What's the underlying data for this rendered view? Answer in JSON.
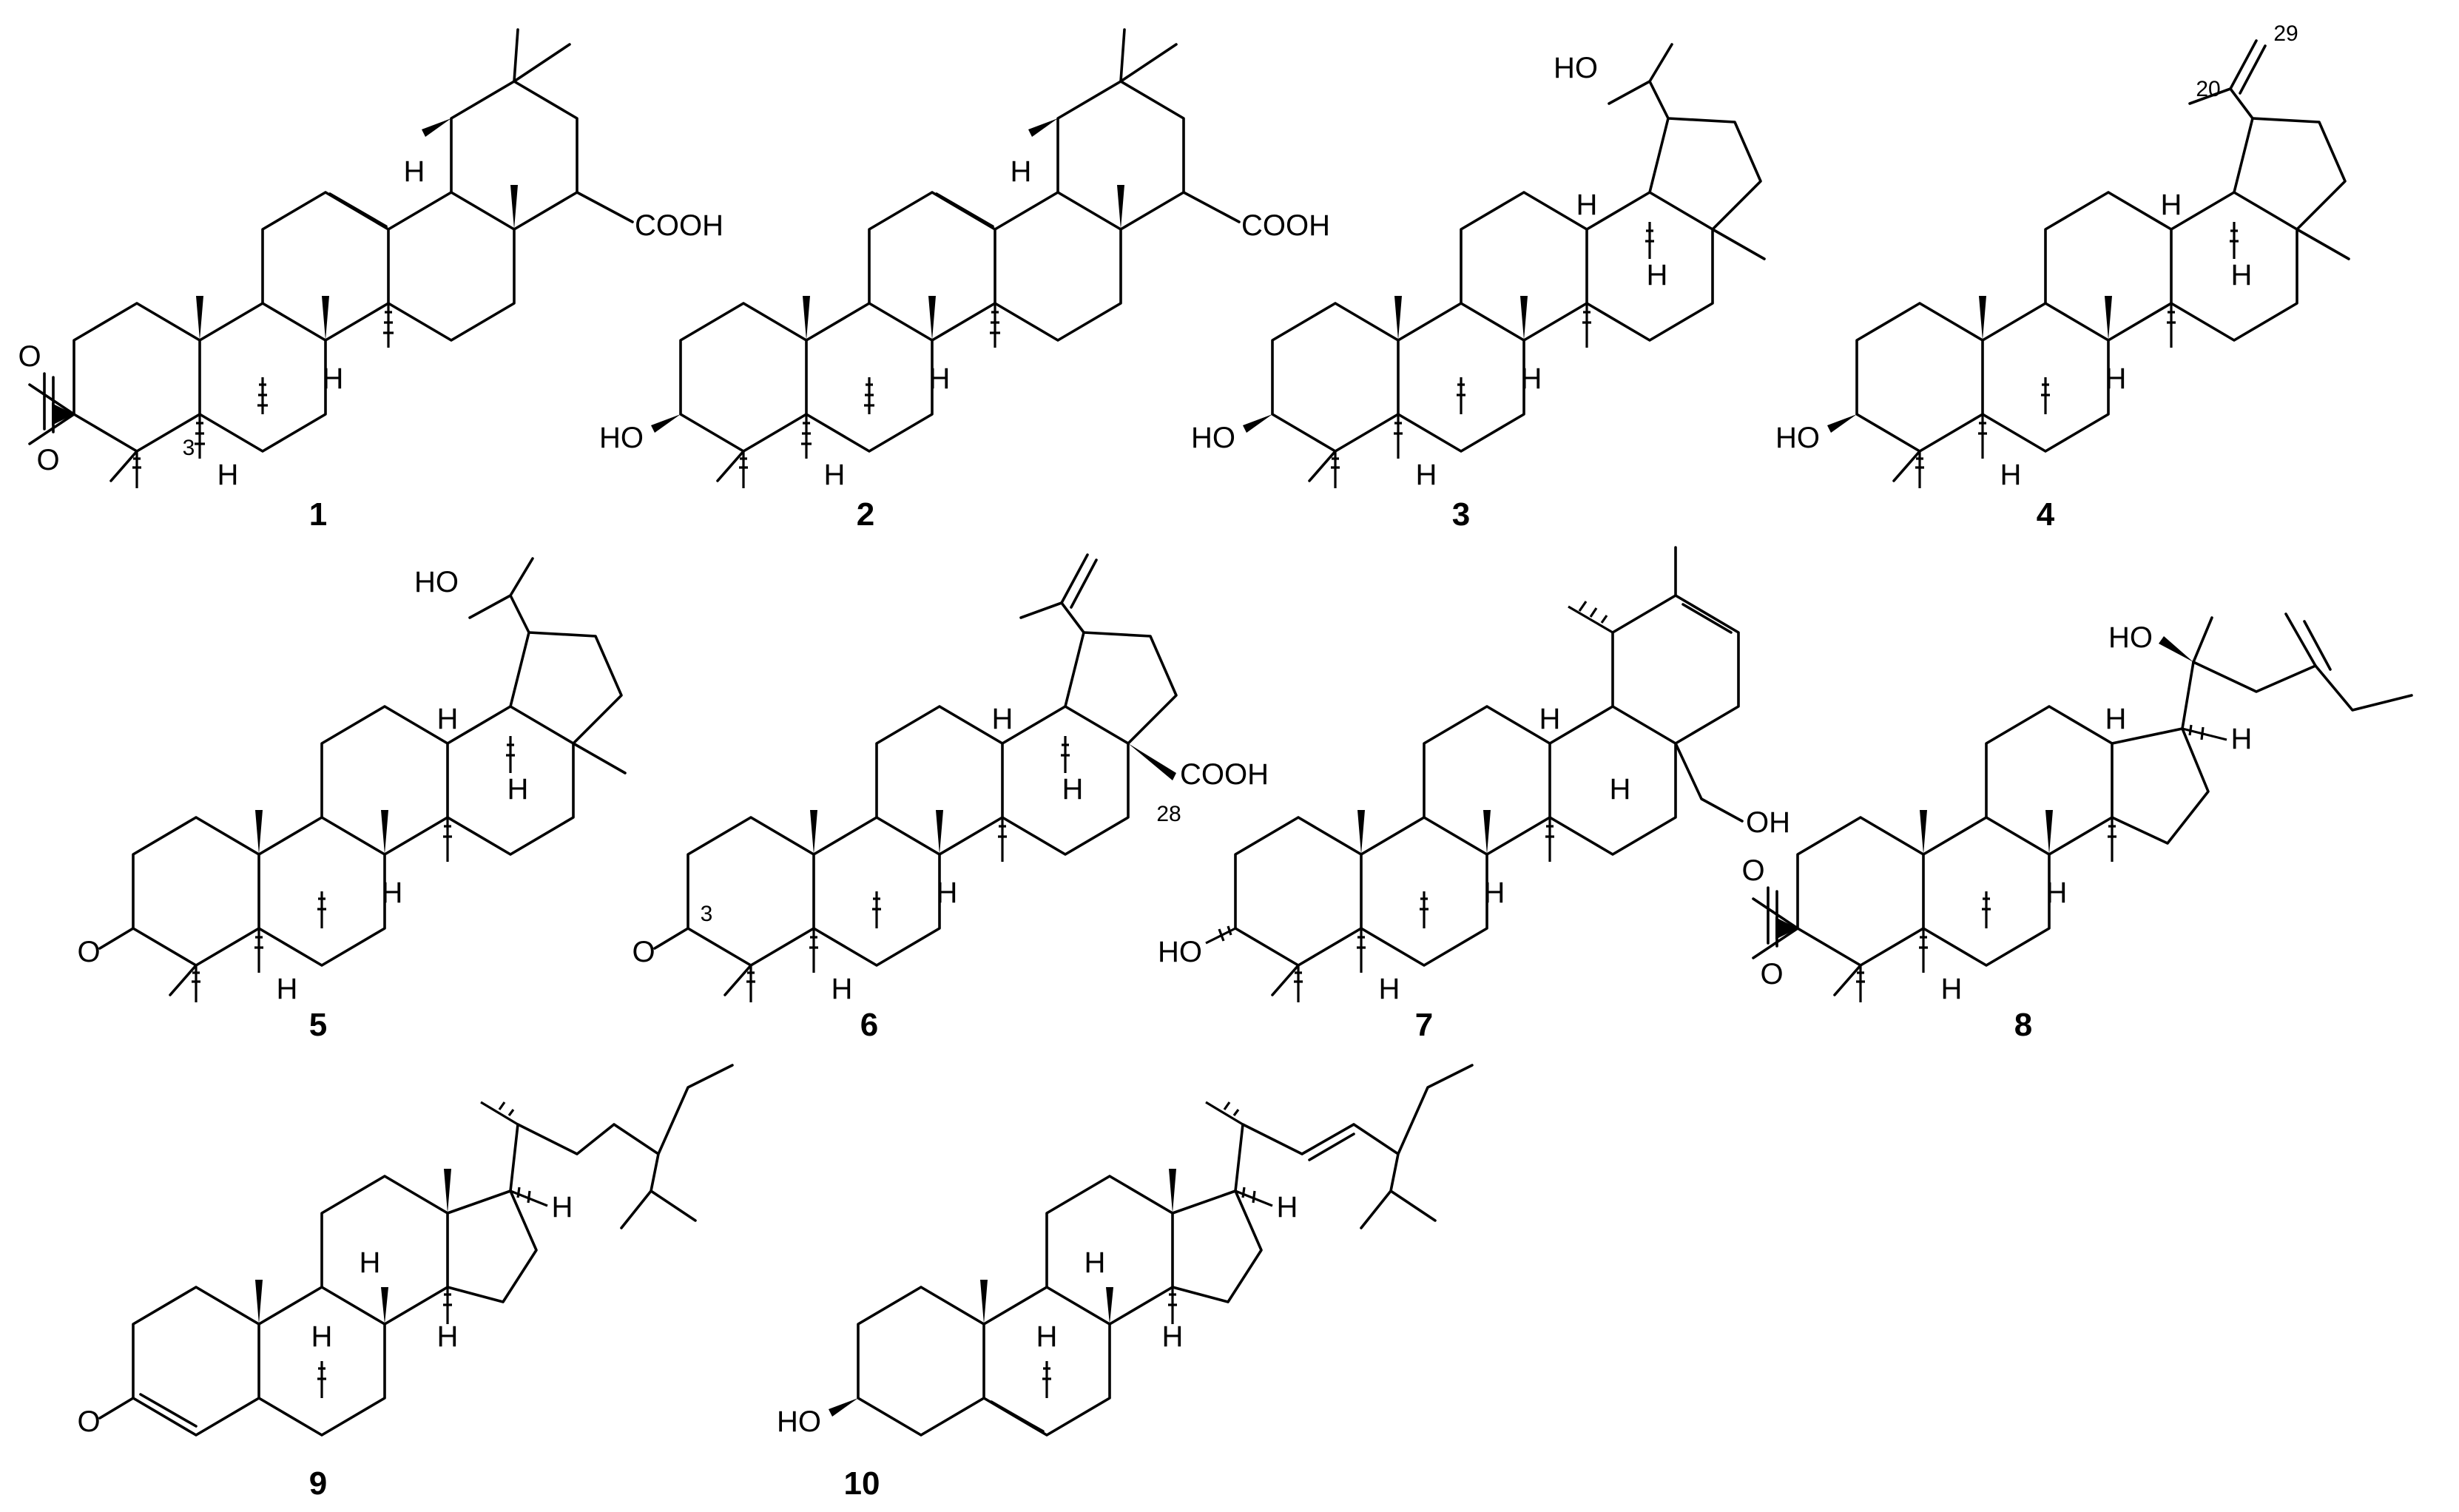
{
  "figure": {
    "compounds": [
      {
        "id": "1",
        "atoms": {
          "acid": "COOH",
          "H18": "H",
          "H9": "H",
          "H5": "H",
          "carbonyl_O": "O",
          "ester_O": "O"
        },
        "locants": {
          "c3": "3"
        }
      },
      {
        "id": "2",
        "atoms": {
          "acid": "COOH",
          "H18": "H",
          "H9": "H",
          "H5": "H",
          "hydroxyl": "HO"
        }
      },
      {
        "id": "3",
        "atoms": {
          "side_OH": "HO",
          "H13": "H",
          "H18": "H",
          "H9": "H",
          "H5": "H",
          "hydroxyl": "HO"
        }
      },
      {
        "id": "4",
        "atoms": {
          "H13": "H",
          "H18": "H",
          "H9": "H",
          "H5": "H",
          "hydroxyl": "HO"
        },
        "locants": {
          "c20": "20",
          "c29": "29"
        }
      },
      {
        "id": "5",
        "atoms": {
          "side_OH": "HO",
          "H13": "H",
          "H18": "H",
          "H9": "H",
          "H5": "H",
          "ketone": "O"
        }
      },
      {
        "id": "6",
        "atoms": {
          "acid": "COOH",
          "H13": "H",
          "H18": "H",
          "H9": "H",
          "H5": "H",
          "ketone": "O"
        },
        "locants": {
          "c3": "3",
          "c28": "28"
        }
      },
      {
        "id": "7",
        "atoms": {
          "H13": "H",
          "H18": "H",
          "H9": "H",
          "H5": "H",
          "hydroxyl": "HO",
          "CH2OH": "OH"
        }
      },
      {
        "id": "8",
        "atoms": {
          "side_OH": "HO",
          "H13": "H",
          "H17": "H",
          "H9": "H",
          "H5": "H",
          "carbonyl_O": "O",
          "ester_O": "O"
        }
      },
      {
        "id": "9",
        "atoms": {
          "H17": "H",
          "H8": "H",
          "H9": "H",
          "H14": "H",
          "ketone": "O"
        }
      },
      {
        "id": "10",
        "atoms": {
          "H17": "H",
          "H8": "H",
          "H9": "H",
          "H14": "H",
          "hydroxyl": "HO"
        }
      }
    ]
  }
}
